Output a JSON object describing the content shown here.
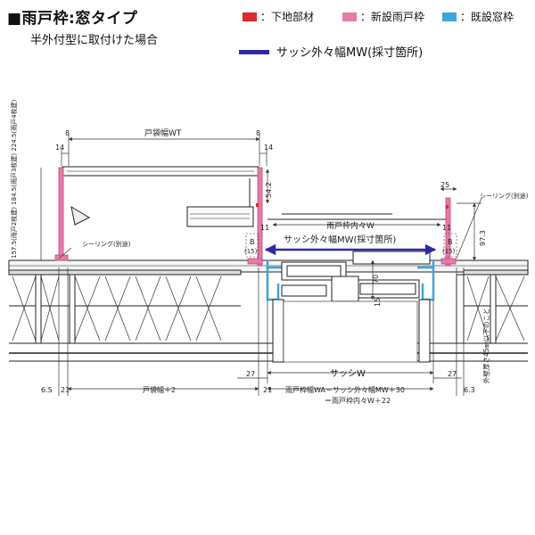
{
  "title": "■雨戸枠:窓タイプ",
  "subtitle": "半外付型に取付けた場合",
  "legend": [
    {
      "label": "：下地部材",
      "color": "#e2262d"
    },
    {
      "label": "：新設雨戸枠",
      "color": "#e87aa8"
    },
    {
      "label": "：既設窓枠",
      "color": "#3aa6dd"
    }
  ],
  "legend_line": {
    "label": "サッシ外々幅MW(採寸箇所)",
    "color": "#2a2aa8"
  },
  "dims": {
    "left_8": "8",
    "right_8": "8",
    "left_14": "14",
    "right_14": "14",
    "tobukuro_wt": "戸袋幅WT",
    "d_54_2": "54.2",
    "d_25": "25",
    "d_11a": "11",
    "d_11b": "11",
    "d_97_3": "97.3",
    "amado_uchi": "雨戸枠内々W",
    "sash_mw": "サッシ外々幅MW(採寸箇所)",
    "b_left": "B",
    "b_right": "B",
    "p15_left": "(15)",
    "p15_right": "(15)",
    "d_70": "70",
    "d_15": "15",
    "d_27a": "27",
    "d_27b": "27",
    "sash_w": "サッシW",
    "d_6_5": "6.5",
    "d_21a": "21",
    "d_21b": "21",
    "d_6_3": "6.3",
    "tobukuro_plus": "戸袋幅＋2",
    "formula1": "雨戸枠幅WA＝サッシ外々幅MW＋30",
    "formula2": "＝雨戸枠内々W＋22",
    "tobukuro_stack": "157.5(雨戸2枚建) 184.5(雨戸3枚建) 224.5(雨戸4枚建)",
    "sealing_left": "シーリング(別途)",
    "sealing_right": "シーリング(別途)",
    "wall_note": "外壁厚さ45㎜以下のこと"
  }
}
